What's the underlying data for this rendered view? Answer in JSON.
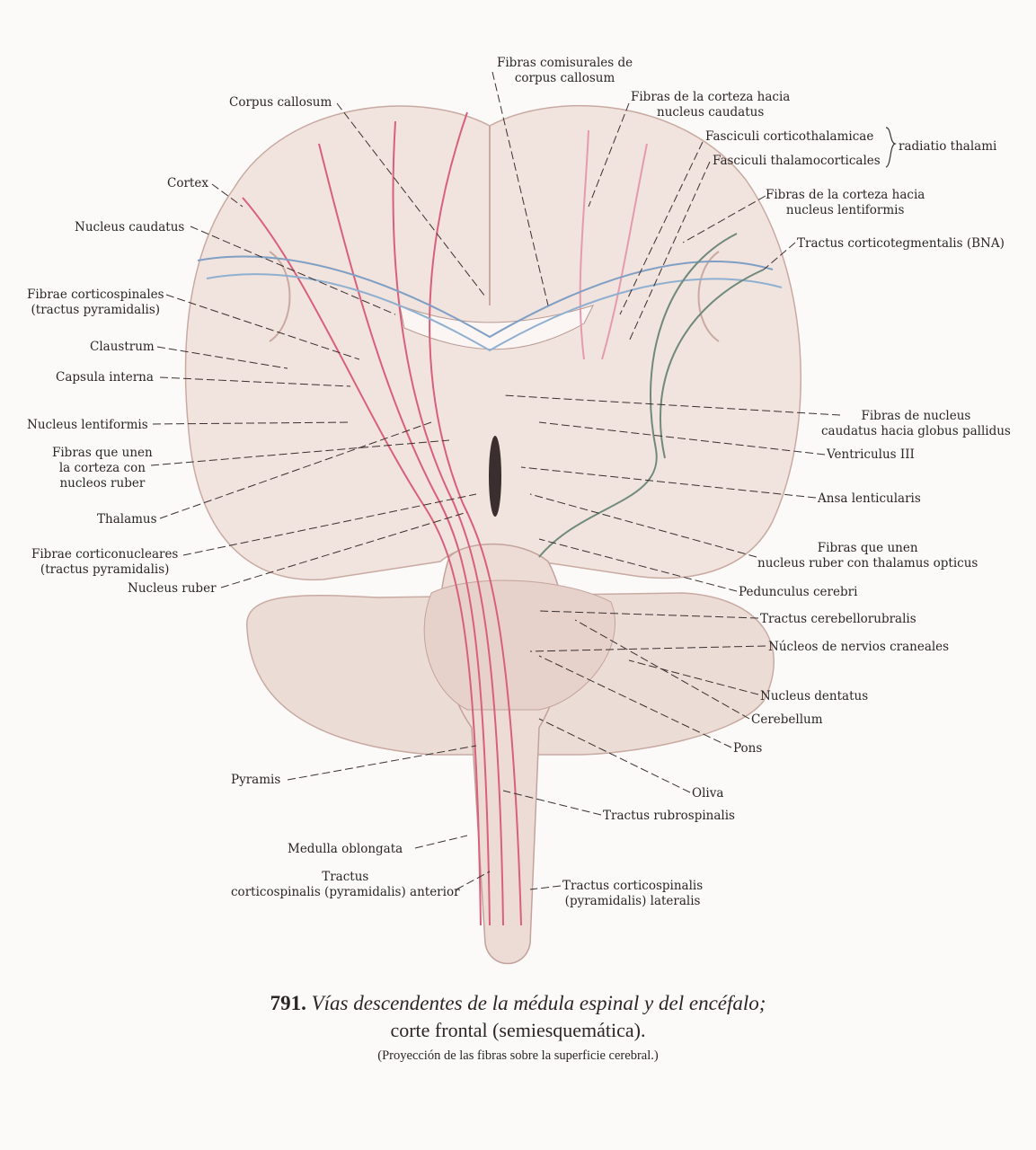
{
  "labels": {
    "corpus_callosum": "Corpus callosum",
    "cortex": "Cortex",
    "nucleus_caudatus": "Nucleus caudatus",
    "fibrae_corticospinales_1": "Fibrae corticospinales",
    "fibrae_corticospinales_2": "(tractus pyramidalis)",
    "claustrum": "Claustrum",
    "capsula_interna": "Capsula interna",
    "nucleus_lentiformis": "Nucleus lentiformis",
    "fibras_corteza_ruber_1": "Fibras que unen",
    "fibras_corteza_ruber_2": "la corteza con",
    "fibras_corteza_ruber_3": "nucleos ruber",
    "thalamus": "Thalamus",
    "fibrae_corticonucleares_1": "Fibrae corticonucleares",
    "fibrae_corticonucleares_2": "(tractus pyramidalis)",
    "nucleus_ruber": "Nucleus ruber",
    "pyramis": "Pyramis",
    "medulla_oblongata": "Medulla oblongata",
    "tractus_cs_anterior_1": "Tractus",
    "tractus_cs_anterior_2": "corticospinalis (pyramidalis) anterior",
    "fibras_comisurales_1": "Fibras comisurales de",
    "fibras_comisurales_2": "corpus callosum",
    "fibras_corteza_caudatus_1": "Fibras de la corteza hacia",
    "fibras_corteza_caudatus_2": "nucleus caudatus",
    "fasciculi_corticothalamicae": "Fasciculi corticothalamicae",
    "fasciculi_thalamocorticales": "Fasciculi thalamocorticales",
    "radiatio_thalami": "radiatio thalami",
    "fibras_corteza_lentiformis_1": "Fibras de la corteza hacia",
    "fibras_corteza_lentiformis_2": "nucleus lentiformis",
    "tractus_corticotegmentalis": "Tractus corticotegmentalis (BNA)",
    "fibras_caudatus_pallidus_1": "Fibras de nucleus",
    "fibras_caudatus_pallidus_2": "caudatus hacia globus pallidus",
    "ventriculus_iii": "Ventriculus III",
    "ansa_lenticularis": "Ansa lenticularis",
    "fibras_ruber_thalamus_1": "Fibras que unen",
    "fibras_ruber_thalamus_2": "nucleus ruber con thalamus opticus",
    "pedunculus_cerebri": "Pedunculus cerebri",
    "tractus_cerebellorubralis": "Tractus cerebellorubralis",
    "nucleos_nervios_craneales": "Núcleos de nervios craneales",
    "nucleus_dentatus": "Nucleus dentatus",
    "cerebellum": "Cerebellum",
    "pons": "Pons",
    "oliva": "Oliva",
    "tractus_rubrospinalis": "Tractus rubrospinalis",
    "tractus_cs_lateralis_1": "Tractus corticospinalis",
    "tractus_cs_lateralis_2": "(pyramidalis) lateralis"
  },
  "caption": {
    "number": "791.",
    "title": "Vías descendentes de la médula espinal y del encéfalo;",
    "subtitle": "corte frontal (semiesquemática).",
    "note": "(Proyección de las fibras sobre la superficie cerebral.)"
  },
  "colors": {
    "tissue": "#efe1dc",
    "tissue_dark": "#d9bfb8",
    "fiber_red": "#d9607a",
    "fiber_blue": "#7f9fc4",
    "fiber_green": "#6f8a7a"
  }
}
